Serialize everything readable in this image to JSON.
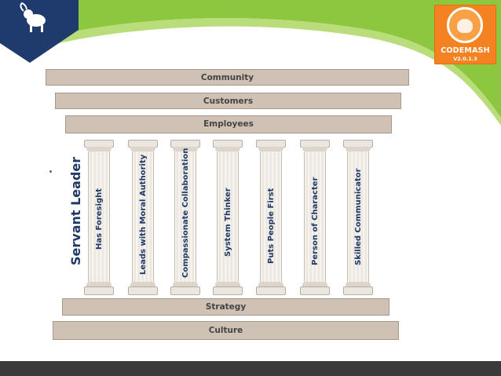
{
  "logo": {
    "name": "CODEMASH",
    "version": "V2.0.1.3"
  },
  "top_bars": [
    "Community",
    "Customers",
    "Employees"
  ],
  "servant_leader": "Servant Leader",
  "pillars": [
    "Has Foresight",
    "Leads with Moral Authority",
    "Compassionate Collaboration",
    "System Thinker",
    "Puts People First",
    "Person of Character",
    "Skilled Communicator"
  ],
  "bottom_bars": [
    "Strategy",
    "Culture"
  ],
  "colors": {
    "green": "#8dc63f",
    "navy": "#1f3864",
    "bar_fill": "#cfc1b4",
    "logo_orange": "#f58220",
    "footer": "#3a3a3a"
  },
  "icons": {
    "badge": "ram-mascot-icon",
    "logo": "codemash-robot-icon"
  }
}
